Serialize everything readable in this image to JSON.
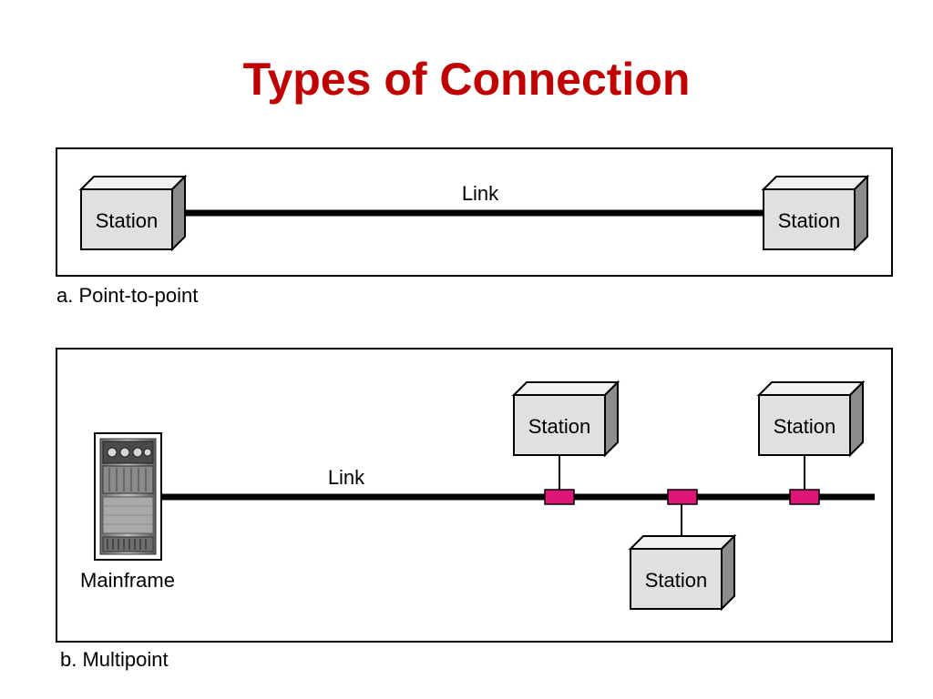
{
  "title": "Types of Connection",
  "colors": {
    "title": "#c00000",
    "connector": "#e0157a",
    "box_face": "#e0e0e0",
    "link": "#000000"
  },
  "point_to_point": {
    "caption": "a. Point-to-point",
    "link_label": "Link",
    "left_station": "Station",
    "right_station": "Station"
  },
  "multipoint": {
    "caption": "b. Multipoint",
    "link_label": "Link",
    "mainframe_label": "Mainframe",
    "mainframe_icon": "mainframe-server-icon",
    "stations": [
      "Station",
      "Station",
      "Station"
    ]
  }
}
